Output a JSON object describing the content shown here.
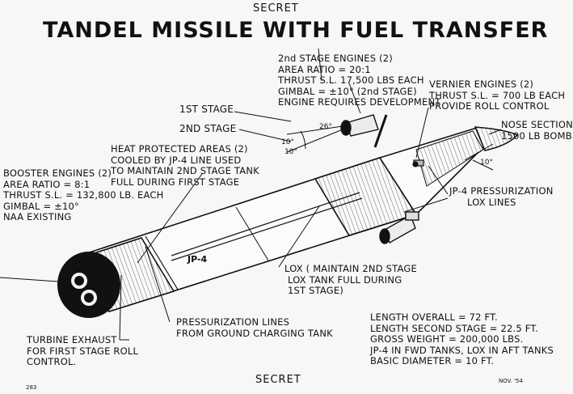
{
  "header": {
    "classification_top": "SECRET",
    "title": "TANDEL MISSILE WITH FUEL TRANSFER"
  },
  "labels": {
    "second_stage_engines": [
      "2nd STAGE ENGINES (2)",
      "AREA RATIO = 20:1",
      "THRUST S.L. 17,500 LBS EACH",
      "GIMBAL = ±10° (2nd STAGE)",
      "ENGINE REQUIRES DEVELOPMENT"
    ],
    "vernier_engines": [
      "VERNIER ENGINES (2)",
      "THRUST S.L. = 700 LB EACH",
      "PROVIDE ROLL CONTROL"
    ],
    "nose_section": [
      "NOSE SECTION",
      "1500 LB BOMB"
    ],
    "first_stage": "1ST STAGE",
    "second_stage": "2ND STAGE",
    "heat_protected": [
      "HEAT PROTECTED AREAS (2)",
      "COOLED BY JP-4 LINE USED",
      "TO MAINTAIN 2ND STAGE TANK",
      "FULL DURING FIRST STAGE"
    ],
    "booster_engines": [
      "BOOSTER ENGINES (2)",
      "AREA RATIO = 8:1",
      "THRUST S.L. = 132,800 LB. EACH",
      "GIMBAL = ±10°",
      "NAA EXISTING"
    ],
    "jp4_pressurization": [
      "JP-4",
      "PRESSURIZATION",
      "LOX",
      "LINES"
    ],
    "jp4_tank": "JP-4",
    "lox_note": [
      "LOX ( MAINTAIN 2ND STAGE",
      "LOX TANK FULL DURING",
      "1ST STAGE)"
    ],
    "pressurization_lines": [
      "PRESSURIZATION LINES",
      "FROM GROUND CHARGING TANK"
    ],
    "turbine_exhaust": [
      "TURBINE EXHAUST",
      "FOR FIRST STAGE ROLL",
      "CONTROL."
    ],
    "specs": [
      "LENGTH OVERALL = 72 FT.",
      "LENGTH SECOND STAGE = 22.5 FT.",
      "GROSS WEIGHT = 200,000 LBS.",
      "JP-4 IN FWD TANKS, LOX IN AFT TANKS",
      "BASIC DIAMETER = 10 FT."
    ],
    "angle_26": "26°",
    "angle_10a": "10°",
    "angle_10b": "10°",
    "angle_10c": "10°"
  },
  "footer": {
    "classification_bottom": "SECRET",
    "figure_number": "283",
    "date": "NOV. '54"
  }
}
